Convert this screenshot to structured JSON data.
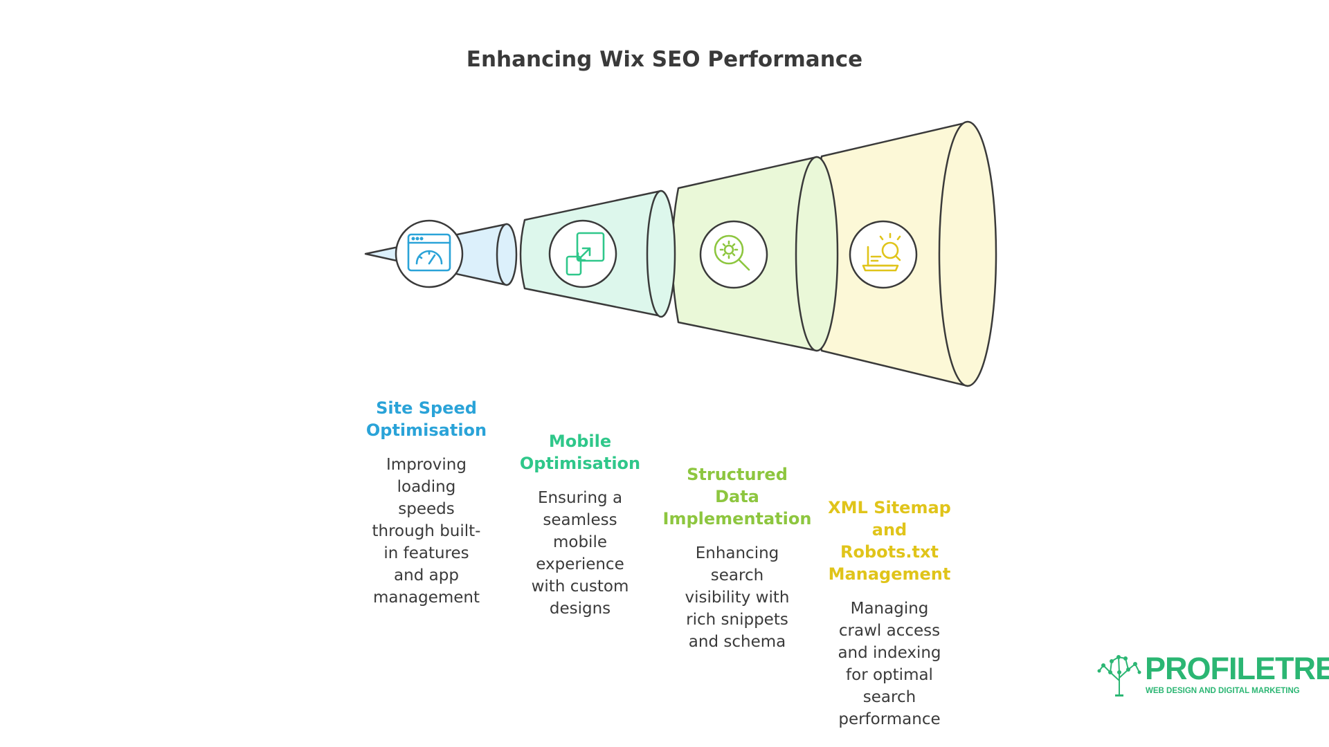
{
  "title": "Enhancing Wix SEO Performance",
  "steps": [
    {
      "icon": "browser-speed-gauge-icon",
      "color": "#2aa3d8",
      "heading_lines": [
        "Site Speed",
        "Optimisation"
      ],
      "desc_lines": [
        "Improving",
        "loading",
        "speeds",
        "through built-",
        "in features",
        "and app",
        "management"
      ]
    },
    {
      "icon": "mobile-resize-icon",
      "color": "#2fc78a",
      "heading_lines": [
        "Mobile",
        "Optimisation"
      ],
      "desc_lines": [
        "Ensuring a",
        "seamless",
        "mobile",
        "experience",
        "with custom",
        "designs"
      ]
    },
    {
      "icon": "gear-magnifier-icon",
      "color": "#8dc63f",
      "heading_lines": [
        "Structured",
        "Data",
        "Implementation"
      ],
      "desc_lines": [
        "Enhancing",
        "search",
        "visibility with",
        "rich snippets",
        "and schema"
      ]
    },
    {
      "icon": "laptop-search-icon",
      "color": "#e0c41a",
      "heading_lines": [
        "XML Sitemap",
        "and",
        "Robots.txt",
        "Management"
      ],
      "desc_lines": [
        "Managing",
        "crawl access",
        "and indexing",
        "for optimal",
        "search",
        "performance"
      ]
    }
  ],
  "logo": {
    "brand": "PROFILETREE",
    "tagline": "WEB DESIGN AND DIGITAL MARKETING",
    "color": "#2bb673"
  }
}
